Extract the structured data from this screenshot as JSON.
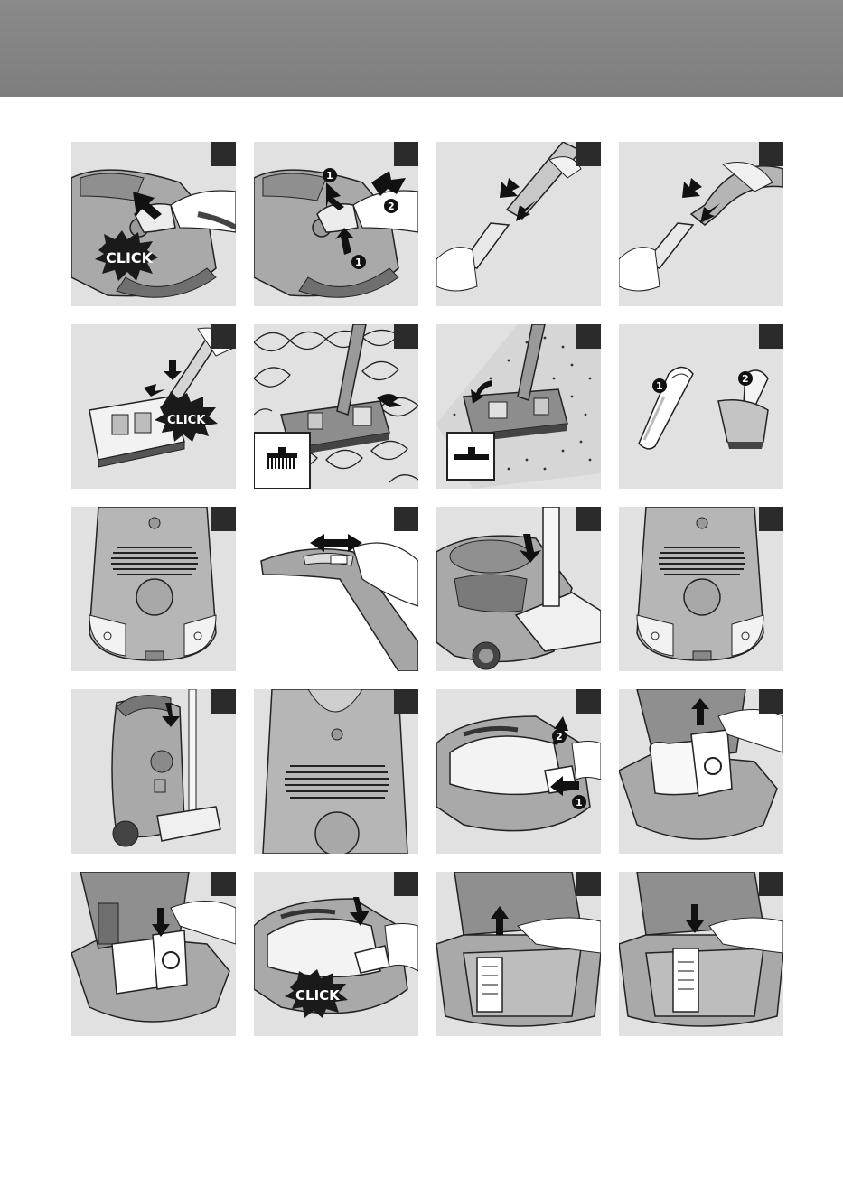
{
  "header": {
    "color": "#848484"
  },
  "panels": [
    {
      "id": "p1",
      "icons": [
        "vacuum-body-icon",
        "hose-connector-icon",
        "arrow-icon",
        "hand-icon"
      ],
      "label": "CLICK"
    },
    {
      "id": "p2",
      "icons": [
        "vacuum-body-icon",
        "hose-connector-icon",
        "arrow-icon",
        "hand-icon"
      ],
      "markers": [
        "1",
        "2",
        "1"
      ]
    },
    {
      "id": "p3",
      "icons": [
        "tube-icon",
        "hand-icon",
        "arrow-icon"
      ]
    },
    {
      "id": "p4",
      "icons": [
        "hose-icon",
        "tube-icon",
        "hand-icon",
        "arrow-icon"
      ]
    },
    {
      "id": "p5",
      "icons": [
        "floor-nozzle-icon",
        "tube-icon",
        "hand-icon",
        "arrow-icon"
      ],
      "label": "CLICK"
    },
    {
      "id": "p6",
      "icons": [
        "hard-floor-icon",
        "floor-nozzle-icon",
        "brush-strip-icon"
      ]
    },
    {
      "id": "p7",
      "icons": [
        "carpet-icon",
        "floor-nozzle-icon",
        "no-brush-icon"
      ]
    },
    {
      "id": "p8",
      "icons": [
        "crevice-tool-icon",
        "small-nozzle-icon"
      ],
      "markers": [
        "1",
        "2"
      ]
    },
    {
      "id": "p9",
      "icons": [
        "vacuum-front-icon"
      ]
    },
    {
      "id": "p10",
      "icons": [
        "handle-slider-icon",
        "hand-icon",
        "double-arrow-icon"
      ]
    },
    {
      "id": "p11",
      "icons": [
        "vacuum-body-icon",
        "foot-pedal-icon",
        "arrow-icon"
      ]
    },
    {
      "id": "p12",
      "icons": [
        "vacuum-front-icon"
      ]
    },
    {
      "id": "p13",
      "icons": [
        "vacuum-upright-icon",
        "parking-slot-icon",
        "arrow-icon"
      ]
    },
    {
      "id": "p14",
      "icons": [
        "vacuum-front-icon",
        "bag-indicator-icon"
      ]
    },
    {
      "id": "p15",
      "icons": [
        "vacuum-lid-icon",
        "hand-icon",
        "arrow-icon"
      ],
      "markers": [
        "2",
        "1"
      ]
    },
    {
      "id": "p16",
      "icons": [
        "vacuum-open-icon",
        "dust-bag-icon",
        "hand-icon",
        "arrow-icon"
      ]
    },
    {
      "id": "p17",
      "icons": [
        "vacuum-open-icon",
        "dust-bag-icon",
        "hand-icon",
        "arrow-icon"
      ]
    },
    {
      "id": "p18",
      "icons": [
        "vacuum-lid-icon",
        "hand-icon",
        "arrow-icon"
      ],
      "label": "CLICK"
    },
    {
      "id": "p19",
      "icons": [
        "vacuum-open-icon",
        "filter-icon",
        "hand-icon",
        "arrow-icon"
      ]
    },
    {
      "id": "p20",
      "icons": [
        "vacuum-open-icon",
        "filter-icon",
        "hand-icon",
        "arrow-icon"
      ]
    }
  ]
}
